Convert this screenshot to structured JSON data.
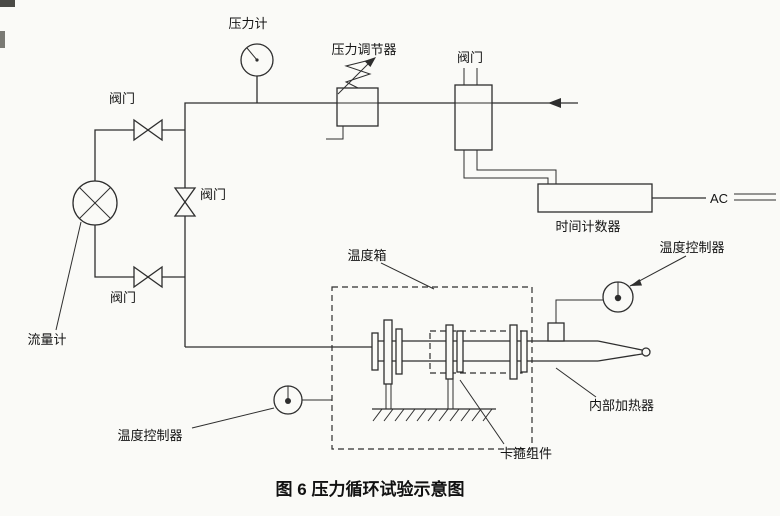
{
  "figure": {
    "caption": "图 6  压力循环试验示意图"
  },
  "labels": {
    "pressure_gauge": "压力计",
    "pressure_regulator": "压力调节器",
    "valve_top_right": "阀门",
    "valve_top_left": "阀门",
    "valve_middle": "阀门",
    "valve_bottom_left": "阀门",
    "time_counter": "时间计数器",
    "ac": "AC",
    "temp_controller_right": "温度控制器",
    "temp_controller_left": "温度控制器",
    "temp_chamber": "温度箱",
    "flow_meter": "流量计",
    "internal_heater": "内部加热器",
    "clamp_assembly": "卡箍组件"
  },
  "colors": {
    "line": "#2e2e2e",
    "text": "#141414",
    "background": "#fafaf7"
  }
}
